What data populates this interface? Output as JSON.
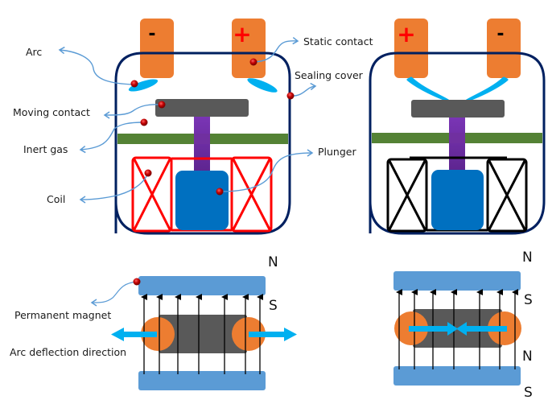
{
  "title": "Relay contact arc and permanent magnet arc deflection diagram",
  "colors": {
    "terminal": "#ED7D31",
    "arc": "#00B0F0",
    "housing": "#002060",
    "moving_contact": "#595959",
    "plunger_rod": "#7030A0",
    "plunger": "#0070C0",
    "separator": "#548235",
    "coil_active": "#FF0000",
    "coil_inactive": "#000000",
    "magnet": "#5B9BD5",
    "leader": "#5B9BD5",
    "marker": "#C00000",
    "minus_sign": "#000000",
    "plus_sign": "#FF0000"
  },
  "left_relay": {
    "terminal_left_sign": "-",
    "terminal_right_sign": "+",
    "labels": {
      "arc": "Arc",
      "moving_contact": "Moving contact",
      "inert_gas": "Inert gas",
      "coil": "Coil",
      "static_contact": "Static contact",
      "sealing_cover": "Sealing cover",
      "plunger": "Plunger"
    }
  },
  "right_relay": {
    "terminal_left_sign": "+",
    "terminal_right_sign": "-"
  },
  "left_magnet": {
    "labels": {
      "permanent_magnet": "Permanent magnet",
      "arc_deflection": "Arc deflection direction"
    },
    "poles": [
      "N",
      "S"
    ]
  },
  "right_magnet": {
    "poles": [
      "N",
      "S",
      "N",
      "S"
    ]
  }
}
